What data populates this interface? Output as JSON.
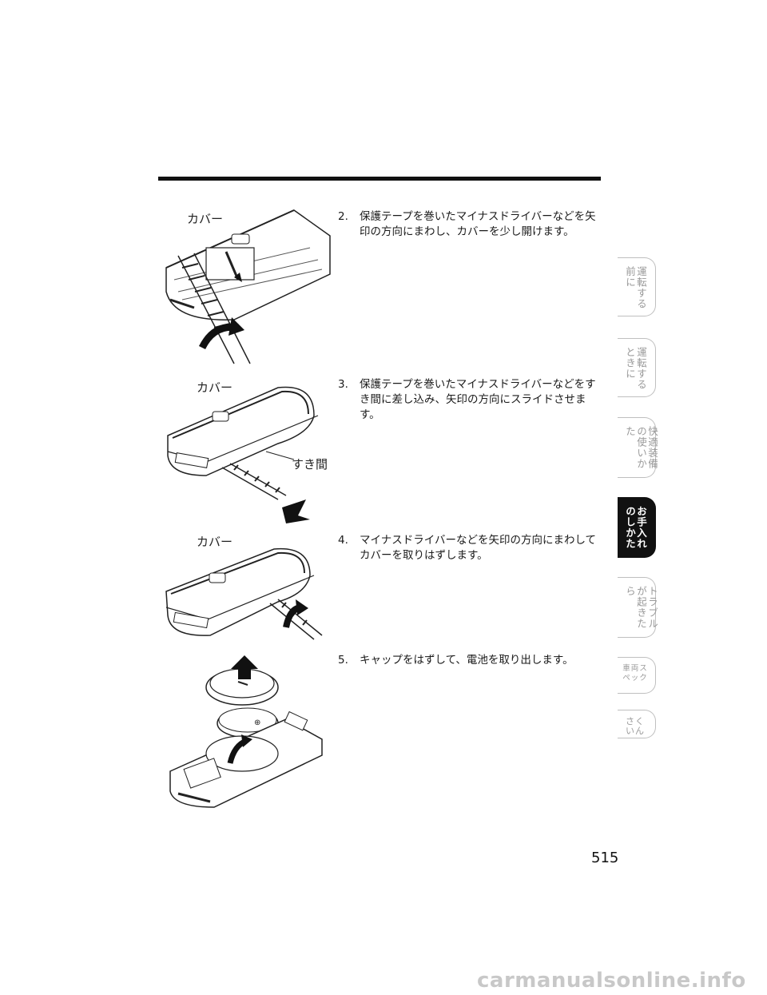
{
  "steps": [
    {
      "num": "2.",
      "text": "保護テープを巻いたマイナスドライバーなどを矢印の方向にまわし、カバーを少し開けます。"
    },
    {
      "num": "3.",
      "text": "保護テープを巻いたマイナスドライバーなどをすき間に差し込み、矢印の方向にスライドさせます。"
    },
    {
      "num": "4.",
      "text": "マイナスドライバーなどを矢印の方向にまわしてカバーを取りはずします。"
    },
    {
      "num": "5.",
      "text": "キャップをはずして、電池を取り出します。"
    }
  ],
  "figures": {
    "fig1": {
      "label_cover": "カバー"
    },
    "fig2": {
      "label_cover": "カバー",
      "label_gap": "すき間"
    },
    "fig3": {
      "label_cover": "カバー"
    }
  },
  "tabs": [
    {
      "label": "運転する前に",
      "active": false
    },
    {
      "label": "運転するときに",
      "active": false
    },
    {
      "label": "快適装備の使いかた",
      "active": false
    },
    {
      "label": "お手入れのしかた",
      "active": true
    },
    {
      "label": "トラブルが起きたら",
      "active": false
    },
    {
      "label": "車両スペック",
      "active": false
    },
    {
      "label": "さくいん",
      "active": false
    }
  ],
  "page_number": "515",
  "watermark": "carmanualsonline.info"
}
